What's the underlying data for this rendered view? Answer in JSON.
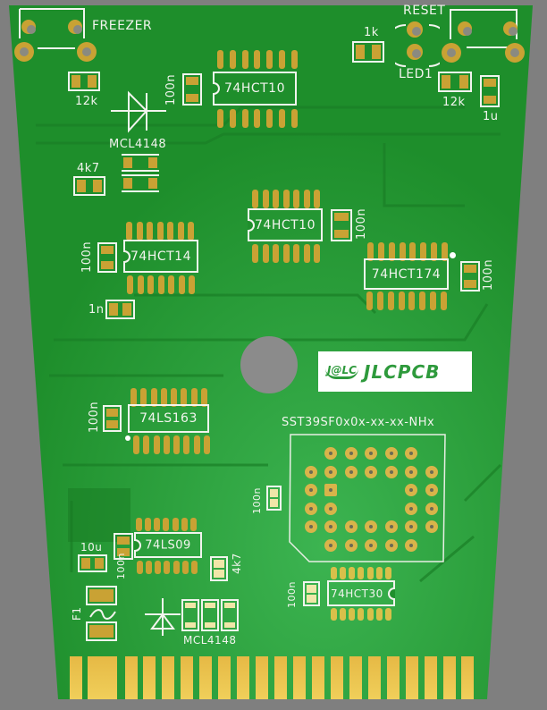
{
  "board": {
    "colors": {
      "solder_mask": "#1f8f2c",
      "silkscreen": "#f2f4ee",
      "pad": "#c9a234",
      "background": "#7f7f7f"
    },
    "labels": {
      "freezer": "FREEZER",
      "reset": "RESET",
      "led1": "LED1",
      "r_1k": "1k",
      "r_12k_left": "12k",
      "r_12k_right": "12k",
      "c_1u": "1u",
      "c_100n_a": "100n",
      "c_100n_b": "100n",
      "c_100n_c": "100n",
      "c_100n_d": "100n",
      "c_100n_e": "100n",
      "c_100n_f": "100n",
      "c_100n_g": "100n",
      "c_100n_h": "100n",
      "diode_top": "MCL4148",
      "r_4k7_top": "4k7",
      "c_1n": "1n",
      "c_10u": "10u",
      "fuse": "F1",
      "r_4k7_bottom": "4k7",
      "diode_bottom": "MCL4148",
      "flash_chip": "SST39SF0x0x-xx-xx-NHx"
    },
    "ics": [
      {
        "label": "74HCT10"
      },
      {
        "label": "74HCT10"
      },
      {
        "label": "74HCT14"
      },
      {
        "label": "74HCT174"
      },
      {
        "label": "74LS163"
      },
      {
        "label": "74LS09"
      },
      {
        "label": "74HCT30"
      }
    ],
    "logo": {
      "badge": "J@LC",
      "text": "JLCPCB"
    }
  }
}
